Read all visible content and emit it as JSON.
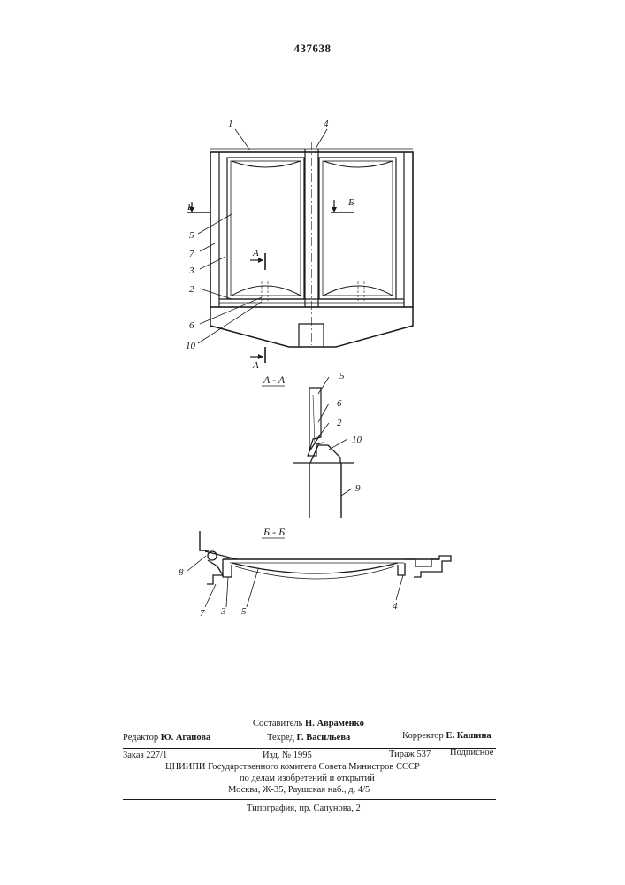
{
  "patent_number": "437638",
  "figure_labels": {
    "n1": "1",
    "n2": "2",
    "n3": "3",
    "n4": "4",
    "n5": "5",
    "n6": "6",
    "n7": "7",
    "n8": "8",
    "n9": "9",
    "n10": "10",
    "cut_a": "A",
    "cut_b": "Б",
    "section_aa": "A - A",
    "section_bb": "Б - Б"
  },
  "imprint": {
    "compiler_label": "Составитель",
    "compiler_name": "Н. Авраменко",
    "editor_label": "Редактор",
    "editor_name": "Ю. Агапова",
    "techred_label": "Техред",
    "techred_name": "Г. Васильева",
    "corrector_label": "Корректор",
    "corrector_name": "Е. Кашина",
    "order": "Заказ  227/1",
    "edition": "Изд.  №  1995",
    "circulation": "Тираж  537",
    "subscription": "Подписное",
    "org_line1": "ЦНИИПИ  Государственного  комитета  Совета  Министров  СССР",
    "org_line2": "по  делам  изобретений  и  открытий",
    "org_line3": "Москва,  Ж-35,  Раушская  наб.,  д.  4/5",
    "printer": "Типография,  пр.  Сапунова,  2"
  }
}
